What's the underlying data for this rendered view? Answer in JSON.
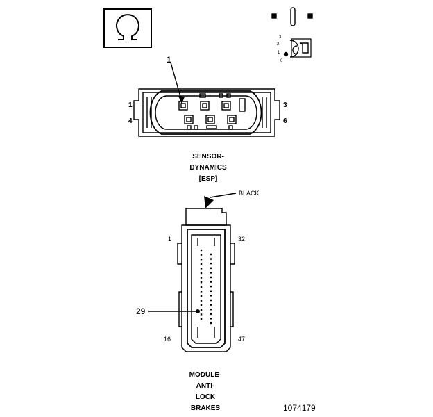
{
  "symbol_icon": "omega-icon",
  "key_icon": "key-icon",
  "key_positions": [
    "3",
    "2",
    "1",
    "0"
  ],
  "sensor_connector": {
    "callout": "1",
    "pin_left_top": "1",
    "pin_left_bottom": "4",
    "pin_right_top": "3",
    "pin_right_bottom": "6",
    "name_lines": [
      "SENSOR-",
      "DYNAMICS",
      "[ESP]"
    ]
  },
  "abs_connector": {
    "color_label": "BLACK",
    "pin_top_left": "1",
    "pin_top_right": "32",
    "pin_bottom_left": "16",
    "pin_bottom_right": "47",
    "callout": "29",
    "name_lines": [
      "MODULE-",
      "ANTI-",
      "LOCK",
      "BRAKES"
    ]
  },
  "figure_number": "1074179"
}
